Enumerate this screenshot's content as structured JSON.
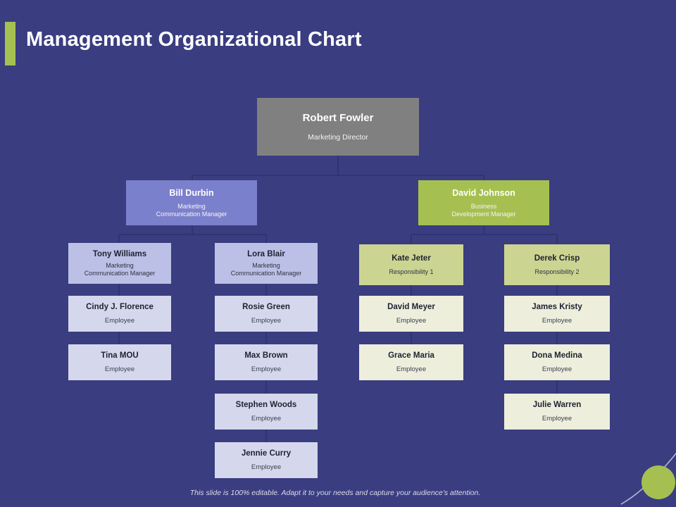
{
  "slide": {
    "title": "Management Organizational Chart",
    "footer": "This slide is 100% editable. Adapt it to your needs and capture your audience's attention.",
    "background_color": "#3a3d80",
    "accent_color": "#a5c051"
  },
  "chart_data": {
    "type": "diagram",
    "diagram_kind": "organizational-chart",
    "title": "Management Organizational Chart",
    "levels": 4,
    "colors": {
      "root": "#808080",
      "branch_left": "#7b80cc",
      "branch_right": "#a5c051",
      "manager_left": "#bcc0e6",
      "manager_right": "#ccd492",
      "employee_left": "#d5d8ec",
      "employee_right": "#edeedc",
      "connector": "#2e3270",
      "text_light": "#ffffff",
      "text_dark": "#1d2330"
    },
    "nodes": [
      {
        "id": "root",
        "name": "Robert Fowler",
        "role": "Marketing  Director",
        "level": 0,
        "parent": null
      },
      {
        "id": "b1",
        "name": "Bill Durbin",
        "role": "Marketing\nCommunication Manager",
        "level": 1,
        "parent": "root"
      },
      {
        "id": "b2",
        "name": "David Johnson",
        "role": "Business\nDevelopment Manager",
        "level": 1,
        "parent": "root"
      },
      {
        "id": "m1",
        "name": "Tony Williams",
        "role": "Marketing\nCommunication Manager",
        "level": 2,
        "parent": "b1"
      },
      {
        "id": "m2",
        "name": "Lora Blair",
        "role": "Marketing\nCommunication Manager",
        "level": 2,
        "parent": "b1"
      },
      {
        "id": "m3",
        "name": "Kate Jeter",
        "role": "Responsibility 1",
        "level": 2,
        "parent": "b2"
      },
      {
        "id": "m4",
        "name": "Derek Crisp",
        "role": "Responsibility 2",
        "level": 2,
        "parent": "b2"
      },
      {
        "id": "e1",
        "name": "Cindy J. Florence",
        "role": "Employee",
        "level": 3,
        "parent": "m1"
      },
      {
        "id": "e2",
        "name": "Tina MOU",
        "role": "Employee",
        "level": 3,
        "parent": "m1"
      },
      {
        "id": "e3",
        "name": "Rosie Green",
        "role": "Employee",
        "level": 3,
        "parent": "m2"
      },
      {
        "id": "e4",
        "name": "Max Brown",
        "role": "Employee",
        "level": 3,
        "parent": "m2"
      },
      {
        "id": "e5",
        "name": "Stephen Woods",
        "role": "Employee",
        "level": 3,
        "parent": "m2"
      },
      {
        "id": "e6",
        "name": "Jennie Curry",
        "role": "Employee",
        "level": 3,
        "parent": "m2"
      },
      {
        "id": "e7",
        "name": "David Meyer",
        "role": "Employee",
        "level": 3,
        "parent": "m3"
      },
      {
        "id": "e8",
        "name": "Grace Maria",
        "role": "Employee",
        "level": 3,
        "parent": "m3"
      },
      {
        "id": "e9",
        "name": "James Kristy",
        "role": "Employee",
        "level": 3,
        "parent": "m4"
      },
      {
        "id": "e10",
        "name": "Dona Medina",
        "role": "Employee",
        "level": 3,
        "parent": "m4"
      },
      {
        "id": "e11",
        "name": "Julie Warren",
        "role": "Employee",
        "level": 3,
        "parent": "m4"
      }
    ]
  },
  "org": {
    "root": {
      "name": "Robert Fowler",
      "role": "Marketing  Director"
    },
    "branch_left": {
      "name": "Bill Durbin",
      "role_line1": "Marketing",
      "role_line2": "Communication Manager"
    },
    "branch_right": {
      "name": "David Johnson",
      "role_line1": "Business",
      "role_line2": "Development Manager"
    },
    "managers": [
      {
        "name": "Tony Williams",
        "role_line1": "Marketing",
        "role_line2": "Communication Manager"
      },
      {
        "name": "Lora Blair",
        "role_line1": "Marketing",
        "role_line2": "Communication Manager"
      },
      {
        "name": "Kate Jeter",
        "role_line1": "Responsibility 1",
        "role_line2": ""
      },
      {
        "name": "Derek Crisp",
        "role_line1": "Responsibility 2",
        "role_line2": ""
      }
    ],
    "col1": [
      {
        "name": "Cindy J. Florence",
        "role": "Employee"
      },
      {
        "name": "Tina MOU",
        "role": "Employee"
      }
    ],
    "col2": [
      {
        "name": "Rosie Green",
        "role": "Employee"
      },
      {
        "name": "Max Brown",
        "role": "Employee"
      },
      {
        "name": "Stephen Woods",
        "role": "Employee"
      },
      {
        "name": "Jennie Curry",
        "role": "Employee"
      }
    ],
    "col3": [
      {
        "name": "David Meyer",
        "role": "Employee"
      },
      {
        "name": "Grace Maria",
        "role": "Employee"
      }
    ],
    "col4": [
      {
        "name": "James Kristy",
        "role": "Employee"
      },
      {
        "name": "Dona Medina",
        "role": "Employee"
      },
      {
        "name": "Julie Warren",
        "role": "Employee"
      }
    ]
  }
}
